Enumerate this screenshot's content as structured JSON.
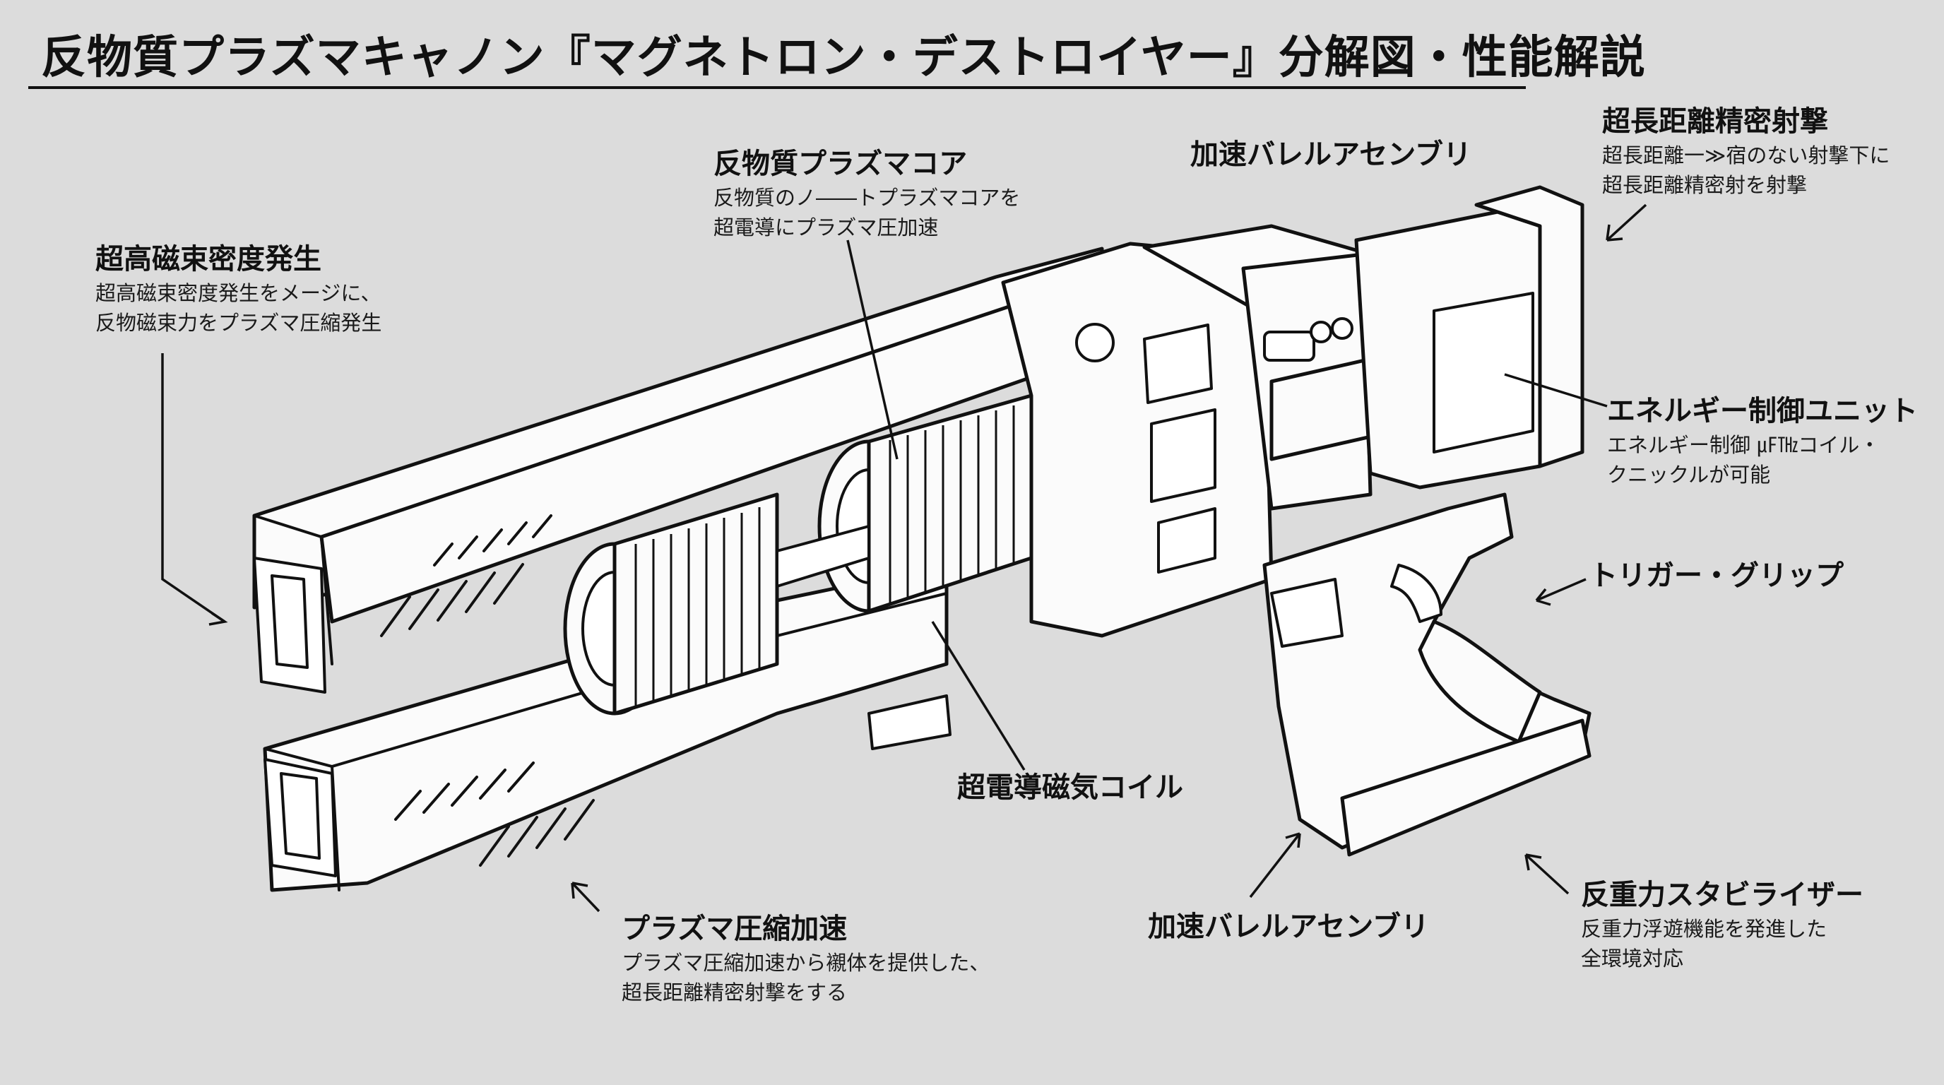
{
  "title": "反物質プラズマキャノン『マグネトロン・デストロイヤー』分解図・性能解説",
  "callouts": {
    "core": {
      "heading": "反物質プラズマコア",
      "desc": [
        "反物質のノ――トプラズマコアを",
        "超電導にプラズマ圧加速"
      ]
    },
    "magnetic_flux": {
      "heading": "超高磁束密度発生",
      "desc": [
        "超高磁束密度発生をメージに、",
        "反物磁束力をプラズマ圧縮発生"
      ]
    },
    "barrel_top": {
      "heading": "加速バレルアセンブリ"
    },
    "precision": {
      "heading": "超長距離精密射撃",
      "desc": [
        "超長距離一≫宿のない射撃下に",
        "超長距離精密射を射撃"
      ]
    },
    "energy_unit": {
      "heading": "エネルギー制御ユニット",
      "desc": [
        "エネルギー制御 ㎌㎔コイル・",
        "クニックルが可能"
      ]
    },
    "grip": {
      "heading": "トリガー・グリップ"
    },
    "coil": {
      "heading": "超電導磁気コイル"
    },
    "compression": {
      "heading": "プラズマ圧縮加速",
      "desc": [
        "プラズマ圧縮加速から襯体を提供した、",
        "超長距離精密射撃をする"
      ]
    },
    "barrel_bottom": {
      "heading": "加速バレルアセンブリ"
    },
    "stabilizer": {
      "heading": "反重力スタビライザー",
      "desc": [
        "反重力浮遊機能を発進した",
        "全環境対応"
      ]
    }
  }
}
